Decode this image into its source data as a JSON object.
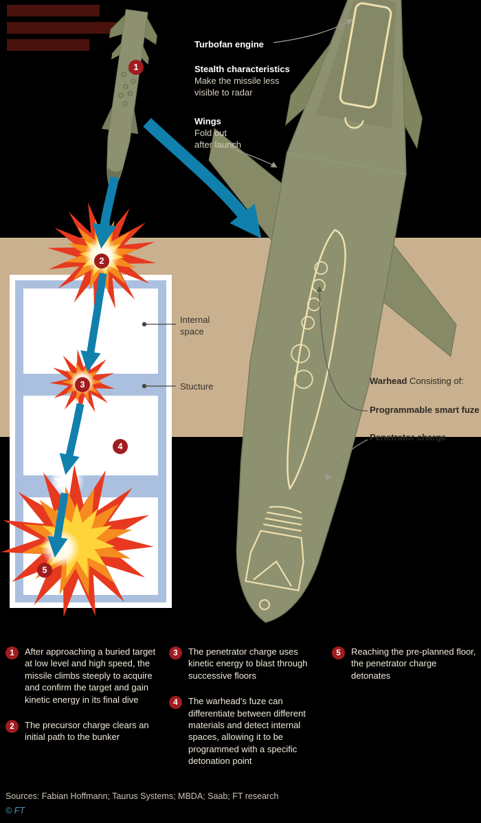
{
  "colors": {
    "accent-blue": "#1180ad",
    "badge-red": "#a01d1f",
    "ground-tan": "#c9b18f",
    "missile-olive": "#8d9170",
    "missile-olive-dark": "#7e8260",
    "missile-olive-deep": "#6e7257",
    "warhead-cream": "#efe0ae",
    "explosion-red": "#e6391f",
    "explosion-orange": "#f68b1f",
    "explosion-yellow": "#ffd43a",
    "bunker-blue": "#abc0de",
    "headline-redacted": "#4a120d",
    "pointer-gray": "#a09c8e",
    "pointer-dark": "#5f5d52"
  },
  "annotations": {
    "turbofan": "Turbofan engine",
    "stealth_title": "Stealth characteristics",
    "stealth_body": "Make the missile less\nvisible to radar",
    "wings_title": "Wings",
    "wings_body": "Fold out\nafter launch",
    "internal_space": "Internal\nspace",
    "structure": "Stucture",
    "warhead_title": "Warhead",
    "warhead_suffix": " Consisting of:",
    "fuze": "Programmable smart fuze",
    "penetrator": "Penetrator charge"
  },
  "markers": [
    "1",
    "2",
    "3",
    "4",
    "5"
  ],
  "steps": [
    {
      "num": "1",
      "text": "After approaching a buried target at low level and high speed, the missile climbs steeply to acquire and confirm the target and gain kinetic energy in its final dive"
    },
    {
      "num": "2",
      "text": "The precursor charge clears an initial path to the bunker"
    },
    {
      "num": "3",
      "text": "The penetrator charge uses kinetic energy to blast through successive floors"
    },
    {
      "num": "4",
      "text": "The warhead's fuze can differentiate between different materials and detect internal spaces, allowing it to be programmed with a specific detonation point"
    },
    {
      "num": "5",
      "text": "Reaching the pre-planned floor, the penetrator charge detonates"
    }
  ],
  "footer": {
    "sources": "Sources: Fabian Hoffmann; Taurus Systems; MBDA; Saab; FT research",
    "credit": "© FT"
  }
}
